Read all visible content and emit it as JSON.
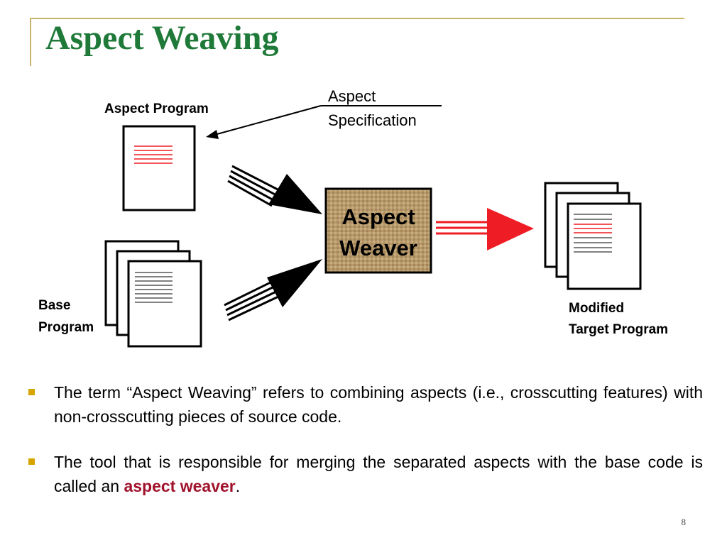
{
  "slide": {
    "title": "Aspect Weaving",
    "page_number": "8"
  },
  "diagram": {
    "aspect_program_label": "Aspect Program",
    "aspect_spec_line1": "Aspect",
    "aspect_spec_line2": "Specification",
    "weaver_line1": "Aspect",
    "weaver_line2": "Weaver",
    "base_program_line1": "Base",
    "base_program_line2": "Program",
    "modified_line1": "Modified",
    "modified_line2": "Target Program"
  },
  "bullets": [
    {
      "text_before": "The term “Aspect Weaving” refers to combining aspects (i.e., crosscutting features) with non-crosscutting pieces of source code.",
      "highlight": "",
      "text_after": ""
    },
    {
      "text_before": "The tool that is responsible for merging the separated aspects with the base code is called an ",
      "highlight": "aspect weaver",
      "text_after": "."
    }
  ],
  "colors": {
    "title": "#1f7a3a",
    "frame": "#c9b26a",
    "bullet_mark": "#d6a400",
    "highlight": "#a0122c",
    "red_arrow": "#ee1c24",
    "weaver_fill": "#b89a6a"
  }
}
